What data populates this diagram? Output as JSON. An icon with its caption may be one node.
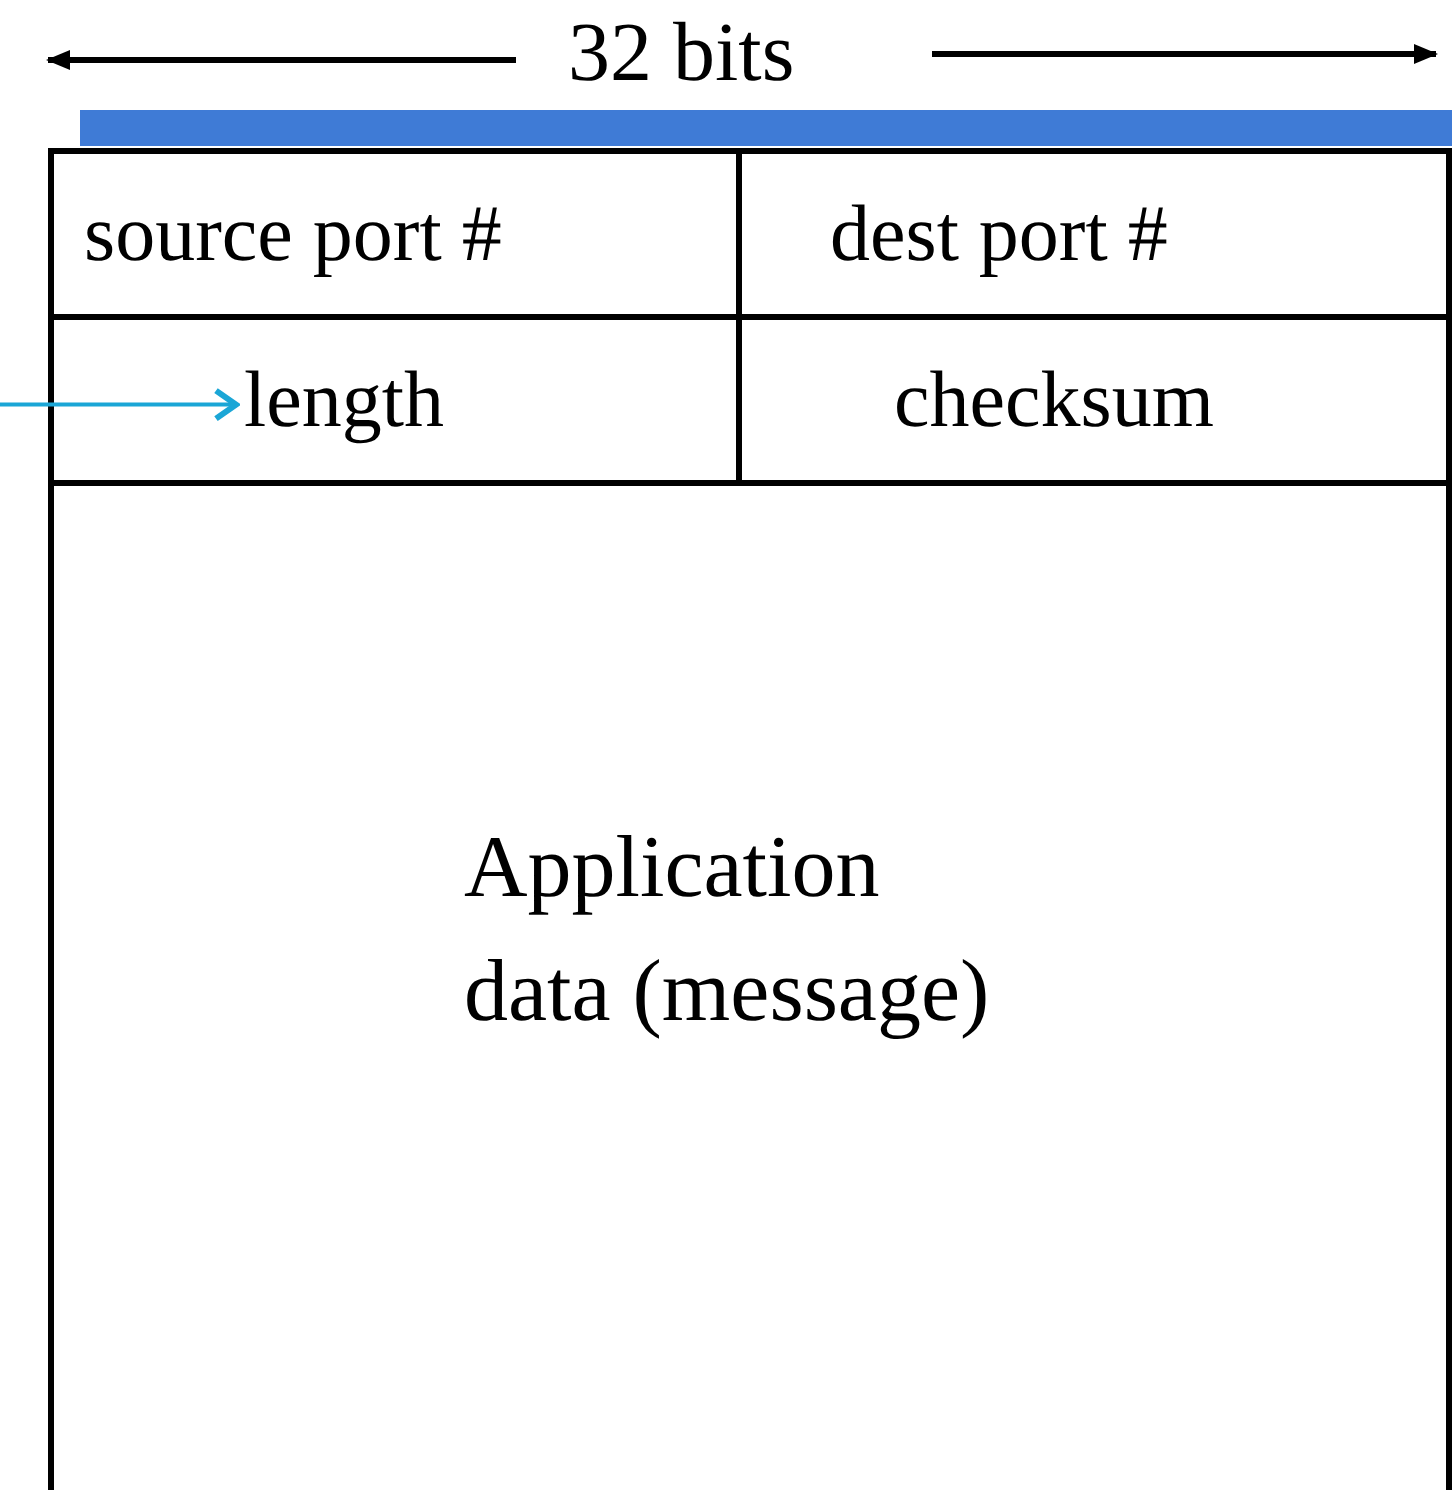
{
  "diagram": {
    "nodes": [
      {
        "text": [
          "source port #"
        ]
      },
      {
        "text": [
          "dest port #"
        ]
      },
      {
        "text": [
          "length"
        ]
      },
      {
        "text": [
          "checksum"
        ]
      },
      {
        "text": [
          "Application data (message)"
        ]
      }
    ],
    "edges": [
      {
        "from": null,
        "to": 2,
        "arrow": "to",
        "color": "#1ba6d6"
      }
    ],
    "labels": [
      "32 bits"
    ]
  }
}
